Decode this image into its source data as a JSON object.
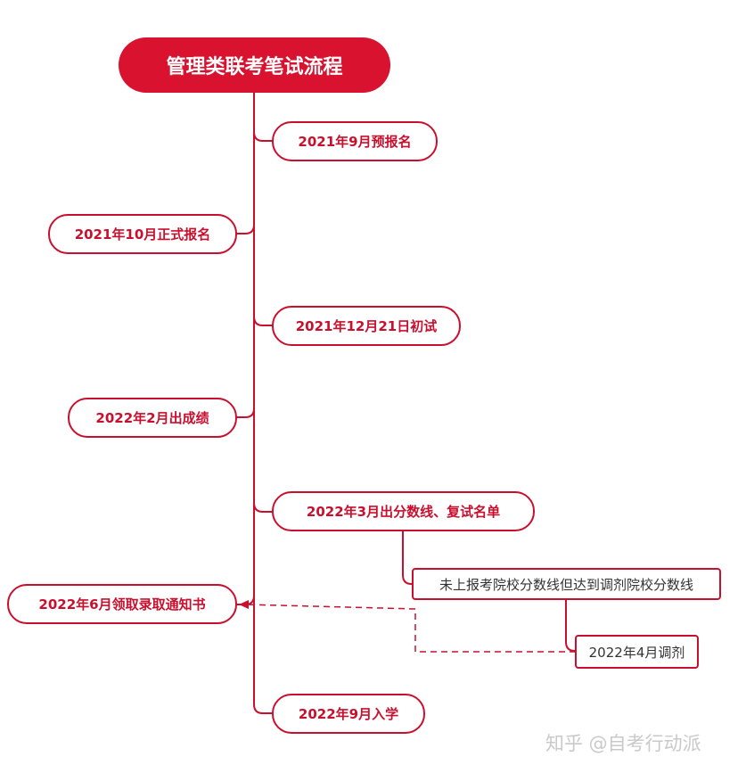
{
  "root": "管理类联考笔试流程",
  "steps": [
    {
      "label": "2021年9月预报名"
    },
    {
      "label": "2021年10月正式报名"
    },
    {
      "label": "2021年12月21日初试"
    },
    {
      "label": "2022年2月出成绩"
    },
    {
      "label": "2022年3月出分数线、复试名单"
    },
    {
      "label": "2022年6月领取录取通知书"
    },
    {
      "label": "2022年9月入学"
    }
  ],
  "sub": {
    "condition": "未上报考院校分数线但达到调剂院校分数线",
    "adjust": "2022年4月调剂"
  },
  "watermark": "知乎 @自考行动派",
  "colors": {
    "accent": "#d8122f",
    "line": "#c8102e"
  }
}
